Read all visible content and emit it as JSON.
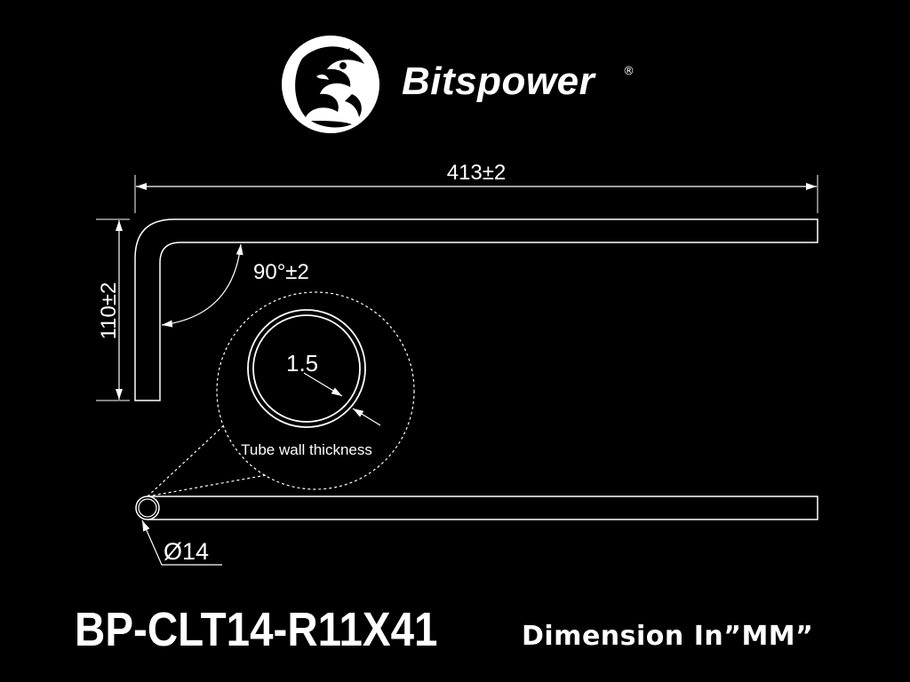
{
  "brand": {
    "name": "Bitspower",
    "registered_mark": "®",
    "logo_icon": "dragon-emblem-icon"
  },
  "drawing": {
    "length_label": "413±2",
    "height_label": "110±2",
    "angle_label": "90°±2",
    "wall_thickness_value": "1.5",
    "wall_thickness_label": "Tube wall thickness",
    "diameter_label": "Ø14"
  },
  "footer": {
    "model": "BP-CLT14-R11X41",
    "units": "Dimension In”MM”"
  },
  "colors": {
    "background": "#000000",
    "line": "#ffffff"
  }
}
